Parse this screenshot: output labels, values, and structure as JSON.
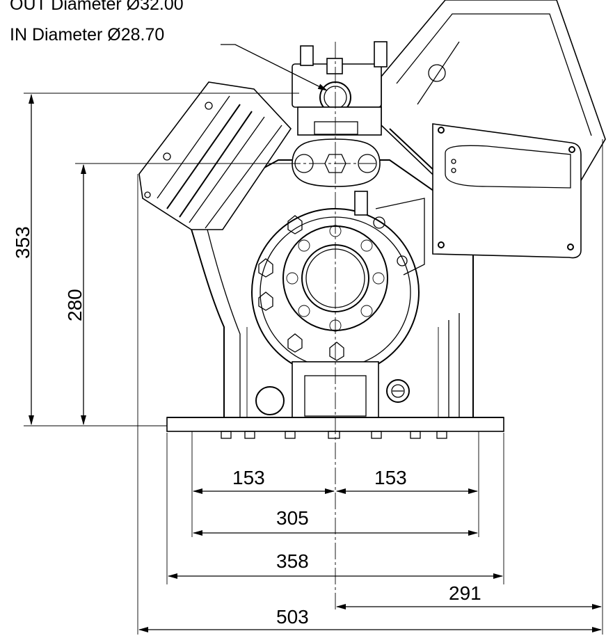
{
  "labels": {
    "out_diameter": "OUT Diameter Ø32.00",
    "in_diameter": "IN Diameter Ø28.70"
  },
  "dimensions": {
    "height_total": "353",
    "height_flange": "280",
    "left_half": "153",
    "right_half": "153",
    "foot_spacing": "305",
    "base_width": "358",
    "right_extent": "291",
    "overall_width": "503"
  }
}
